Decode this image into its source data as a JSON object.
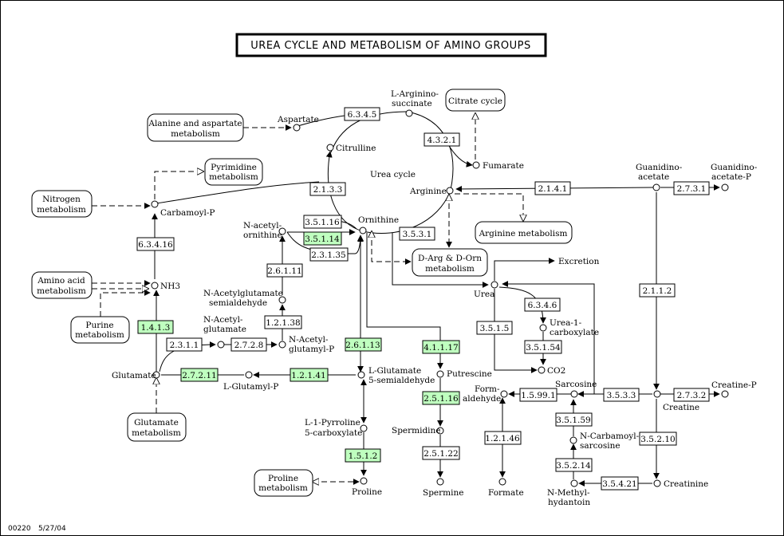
{
  "title": "UREA CYCLE AND METABOLISM OF AMINO GROUPS",
  "footer": {
    "map_id": "00220",
    "date": "5/27/04"
  },
  "compounds": {
    "aspartate": "Aspartate",
    "argininosuccinate_1": "L-Arginino-",
    "argininosuccinate_2": "succinate",
    "citrulline": "Citrulline",
    "fumarate": "Fumarate",
    "urea_cycle": "Urea cycle",
    "arginine": "Arginine",
    "ornithine": "Ornithine",
    "carbamoyl_p": "Carbamoyl-P",
    "n_acetylornithine_1": "N-acetyl-",
    "n_acetylornithine_2": "ornithine",
    "nh3": "NH3",
    "nacgs_1": "N-Acetylglutamate",
    "nacgs_2": "semialdehyde",
    "nag_1": "N-Acetyl-",
    "nag_2": "glutamate",
    "nagp_1": "N-Acetyl-",
    "nagp_2": "glutamyl-P",
    "glutamate": "Glutamate",
    "l_glutamyl_p": "L-Glutamyl-P",
    "lgs_1": "L-Glutamate",
    "lgs_2": "5-semialdehyde",
    "pyrroline_1": "L-1-Pyrroline",
    "pyrroline_2": "5-carboxylate",
    "proline": "Proline",
    "putrescine": "Putrescine",
    "spermidine": "Spermidine",
    "spermine": "Spermine",
    "urea": "Urea",
    "excretion": "Excretion",
    "urea1c_1": "Urea-1-",
    "urea1c_2": "carboxylate",
    "co2": "CO2",
    "formaldehyde_1": "Form-",
    "formaldehyde_2": "aldehyde",
    "formate": "Formate",
    "sarcosine": "Sarcosine",
    "ncs_1": "N-Carbamoyl-",
    "ncs_2": "sarcosine",
    "nmh_1": "N-Methyl-",
    "nmh_2": "hydantoin",
    "creatinine": "Creatinine",
    "creatine": "Creatine",
    "creatine_p": "Creatine-P",
    "guanidinoacetate_1": "Guanidino-",
    "guanidinoacetate_2": "acetate",
    "guanidinoacetate_p_1": "Guanidino-",
    "guanidinoacetate_p_2": "acetate-P"
  },
  "maps": {
    "alanine_1": "Alanine and aspartate",
    "alanine_2": "metabolism",
    "citrate": "Citrate cycle",
    "pyrimidine_1": "Pyrimidine",
    "pyrimidine_2": "metabolism",
    "nitrogen_1": "Nitrogen",
    "nitrogen_2": "metabolism",
    "amino_1": "Amino acid",
    "amino_2": "metabolism",
    "purine_1": "Purine",
    "purine_2": "metabolism",
    "glutamate_1": "Glutamate",
    "glutamate_2": "metabolism",
    "proline_1": "Proline",
    "proline_2": "metabolism",
    "arginine": "Arginine metabolism",
    "darg_1": "D-Arg & D-Orn",
    "darg_2": "metabolism"
  },
  "enzymes": {
    "e6345": "6.3.4.5",
    "e4321": "4.3.2.1",
    "e2133": "2.1.3.3",
    "e35116": "3.5.1.16",
    "e35114": "3.5.1.14",
    "e23135": "2.3.1.35",
    "e3531": "3.5.3.1",
    "e2141": "2.1.4.1",
    "e2731": "2.7.3.1",
    "e63416": "6.3.4.16",
    "e26111": "2.6.1.11",
    "e1413": "1.4.1.3",
    "e12138": "1.2.1.38",
    "e2311": "2.3.1.1",
    "e2728": "2.7.2.8",
    "e26113": "2.6.1.13",
    "e41117": "4.1.1.17",
    "e27211": "2.7.2.11",
    "e12141": "1.2.1.41",
    "e25116": "2.5.1.16",
    "e1512": "1.5.1.2",
    "e25122": "2.5.1.22",
    "e6346": "6.3.4.6",
    "e3515": "3.5.1.5",
    "e35154": "3.5.1.54",
    "e2112": "2.1.1.2",
    "e15991": "1.5.99.1",
    "e3533": "3.5.3.3",
    "e2732": "2.7.3.2",
    "e35159": "3.5.1.59",
    "e12146": "1.2.1.46",
    "e35214": "3.5.2.14",
    "e35421": "3.5.4.21",
    "e35210": "3.5.2.10"
  },
  "colors": {
    "known_enzyme": "#bfffbf",
    "line": "#000000"
  }
}
